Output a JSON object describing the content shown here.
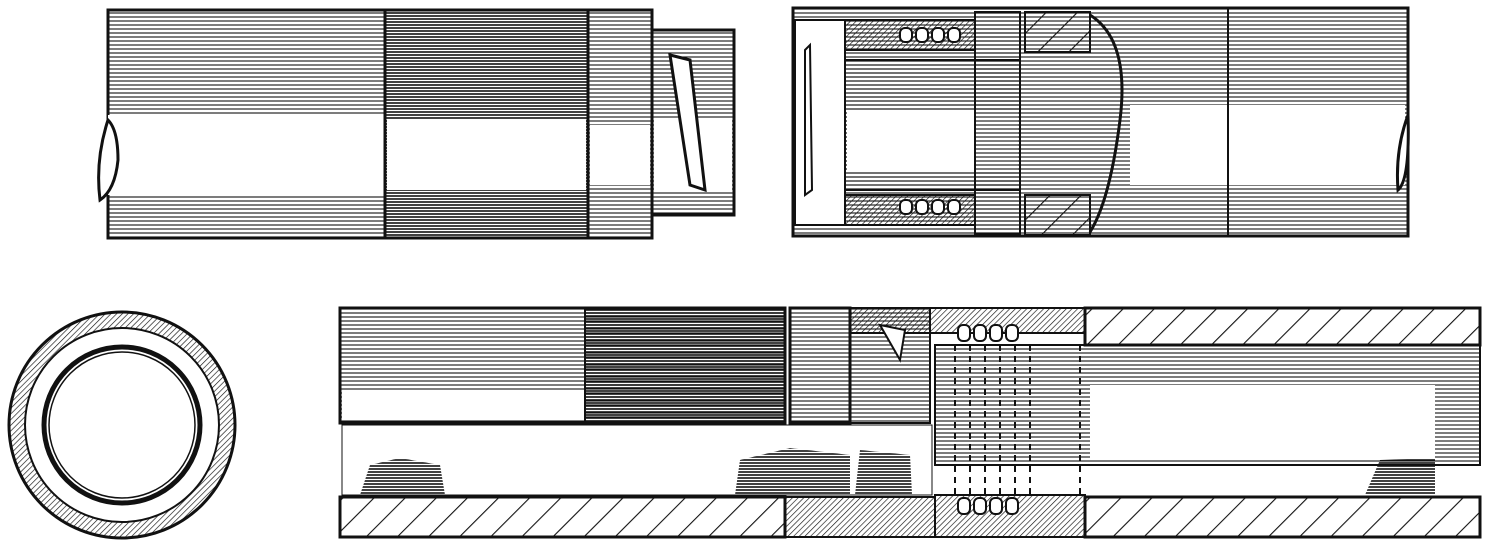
{
  "figure": {
    "subject": "pipe-coupling-engraving",
    "colors": {
      "ink": "#111111",
      "paper": "#ffffff"
    },
    "views": [
      "side-view-separated",
      "end-section-ring",
      "longitudinal-section-joined"
    ]
  }
}
